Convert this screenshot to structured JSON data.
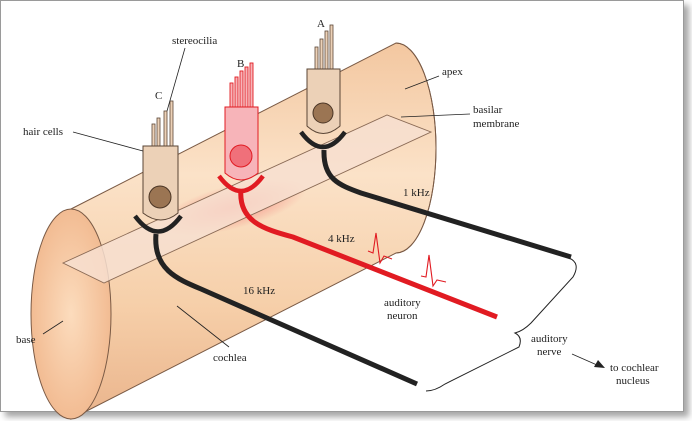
{
  "labels": {
    "stereocilia": "stereocilia",
    "cell_a": "A",
    "cell_b": "B",
    "cell_c": "C",
    "hair_cells": "hair cells",
    "apex": "apex",
    "basilar_1": "basilar",
    "basilar_2": "membrane",
    "khz1": "1 kHz",
    "khz4": "4 kHz",
    "khz16": "16 kHz",
    "auditory_neuron_1": "auditory",
    "auditory_neuron_2": "neuron",
    "auditory_nerve_1": "auditory",
    "auditory_nerve_2": "nerve",
    "to_cochlear_1": "to cochlear",
    "to_cochlear_2": "nucleus",
    "base": "base",
    "cochlea": "cochlea"
  },
  "colors": {
    "cochlea_fill": "#f7cda6",
    "cochlea_stroke": "#7a5a45",
    "hair_cell_fill": "#ecd1b7",
    "hair_cell_active": "#f7b4b9",
    "nucleus": "#9b7553",
    "nerve_black": "#222222",
    "nerve_red": "#e11b22"
  }
}
